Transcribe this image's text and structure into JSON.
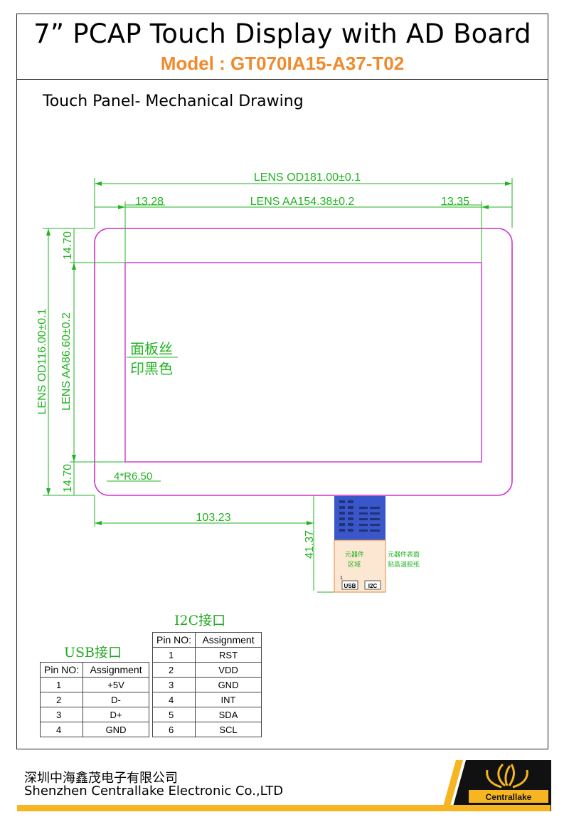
{
  "header": {
    "title": "7” PCAP Touch Display with AD Board",
    "model": "Model : GT070IA15-A37-T02"
  },
  "section_title": "Touch Panel- Mechanical Drawing",
  "drawing": {
    "lens_od_width": "LENS OD181.00±0.1",
    "left_margin": "13.28",
    "lens_aa_width": "LENS AA154.38±0.2",
    "right_margin": "13.35",
    "top_margin": "14.70",
    "bottom_margin": "14.70",
    "lens_od_height": "LENS OD116.00±0.1",
    "lens_aa_height": "LENS AA86.60±0.2",
    "note_line1": "面板丝",
    "note_line2": "印黑色",
    "corner_radius": "4*R6.50",
    "fpc_offset": "103.23",
    "fpc_length": "41.37",
    "fpc_note_left_1": "元器件",
    "fpc_note_left_2": "区域",
    "fpc_note_right_1": "元器件表面",
    "fpc_note_right_2": "贴高温胶纸",
    "usb_label": "USB",
    "i2c_label": "I2C",
    "marker": "1"
  },
  "usb_table": {
    "title": "USB接口",
    "headers": [
      "Pin NO:",
      "Assignment"
    ],
    "rows": [
      [
        "1",
        "+5V"
      ],
      [
        "2",
        "D-"
      ],
      [
        "3",
        "D+"
      ],
      [
        "4",
        "GND"
      ]
    ]
  },
  "i2c_table": {
    "title": "I2C接口",
    "headers": [
      "Pin NO:",
      "Assignment"
    ],
    "rows": [
      [
        "1",
        "RST"
      ],
      [
        "2",
        "VDD"
      ],
      [
        "3",
        "GND"
      ],
      [
        "4",
        "INT"
      ],
      [
        "5",
        "SDA"
      ],
      [
        "6",
        "SCL"
      ]
    ]
  },
  "footer": {
    "company_cn": "深圳中海鑫茂电子有限公司",
    "company_en": "Shenzhen Centrallake Electronic Co.,LTD",
    "logo_text": "Centrallake"
  },
  "colors": {
    "accent_orange": "#f08a2c",
    "dimension_green": "#21b321",
    "outline_magenta": "#cc33cc",
    "footer_bar": "#f6b521"
  }
}
